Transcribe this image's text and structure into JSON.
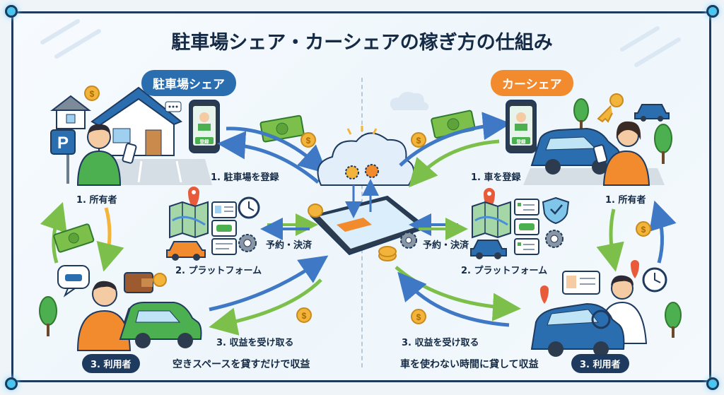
{
  "title": "駐車場シェア・カーシェアの稼ぎ方の仕組み",
  "left": {
    "header": "駐車場シェア",
    "step1": "1. 駐車場を登録",
    "owner": "1. 所有者",
    "platform": "2. プラットフォーム",
    "payment": "予約・決済",
    "step3": "3. 収益を受け取る",
    "user": "3. 利用者",
    "summary": "空きスペースを貸すだけで収益",
    "phone_button": "登録",
    "parking_sign": "P"
  },
  "right": {
    "header": "カーシェア",
    "step1": "1. 車を登録",
    "owner": "1. 所有者",
    "platform": "2. プラットフォーム",
    "payment": "予約・決済",
    "step3": "3. 収益を受け取る",
    "user": "3. 利用者",
    "summary": "車を使わない時間に貸して収益",
    "phone_button": "登録"
  },
  "colors": {
    "navy": "#1e3a5f",
    "blue": "#2b6eb0",
    "orange": "#f28a2e",
    "green": "#4caf50",
    "arrow_blue": "#3f78c4",
    "arrow_green": "#7cc04b"
  }
}
